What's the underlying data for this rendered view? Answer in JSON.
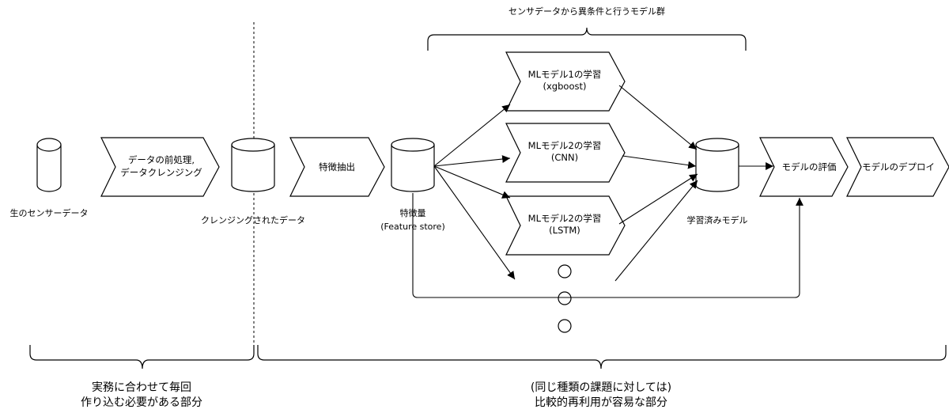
{
  "nodes": {
    "raw_data": "生のセンサーデータ",
    "preprocess_line1": "データの前処理,",
    "preprocess_line2": "データクレンジング",
    "cleansed_data": "クレンジングされたデータ",
    "feature_extraction": "特徴抽出",
    "feature_store_line1": "特徴量",
    "feature_store_line2": "(Feature store)",
    "model1_line1": "MLモデル1の学習",
    "model1_line2": "(xgboost)",
    "model2_line1": "MLモデル2の学習",
    "model2_line2": "(CNN)",
    "model3_line1": "MLモデル2の学習",
    "model3_line2": "(LSTM)",
    "trained_models": "学習済みモデル",
    "evaluation": "モデルの評価",
    "deploy": "モデルのデプロイ"
  },
  "braces": {
    "model_group": "センサデータから異条件と行うモデル群",
    "left_line1": "実務に合わせて毎回",
    "left_line2": "作り込む必要がある部分",
    "right_line1": "(同じ種類の課題に対しては)",
    "right_line2": "比較的再利用が容易な部分"
  }
}
